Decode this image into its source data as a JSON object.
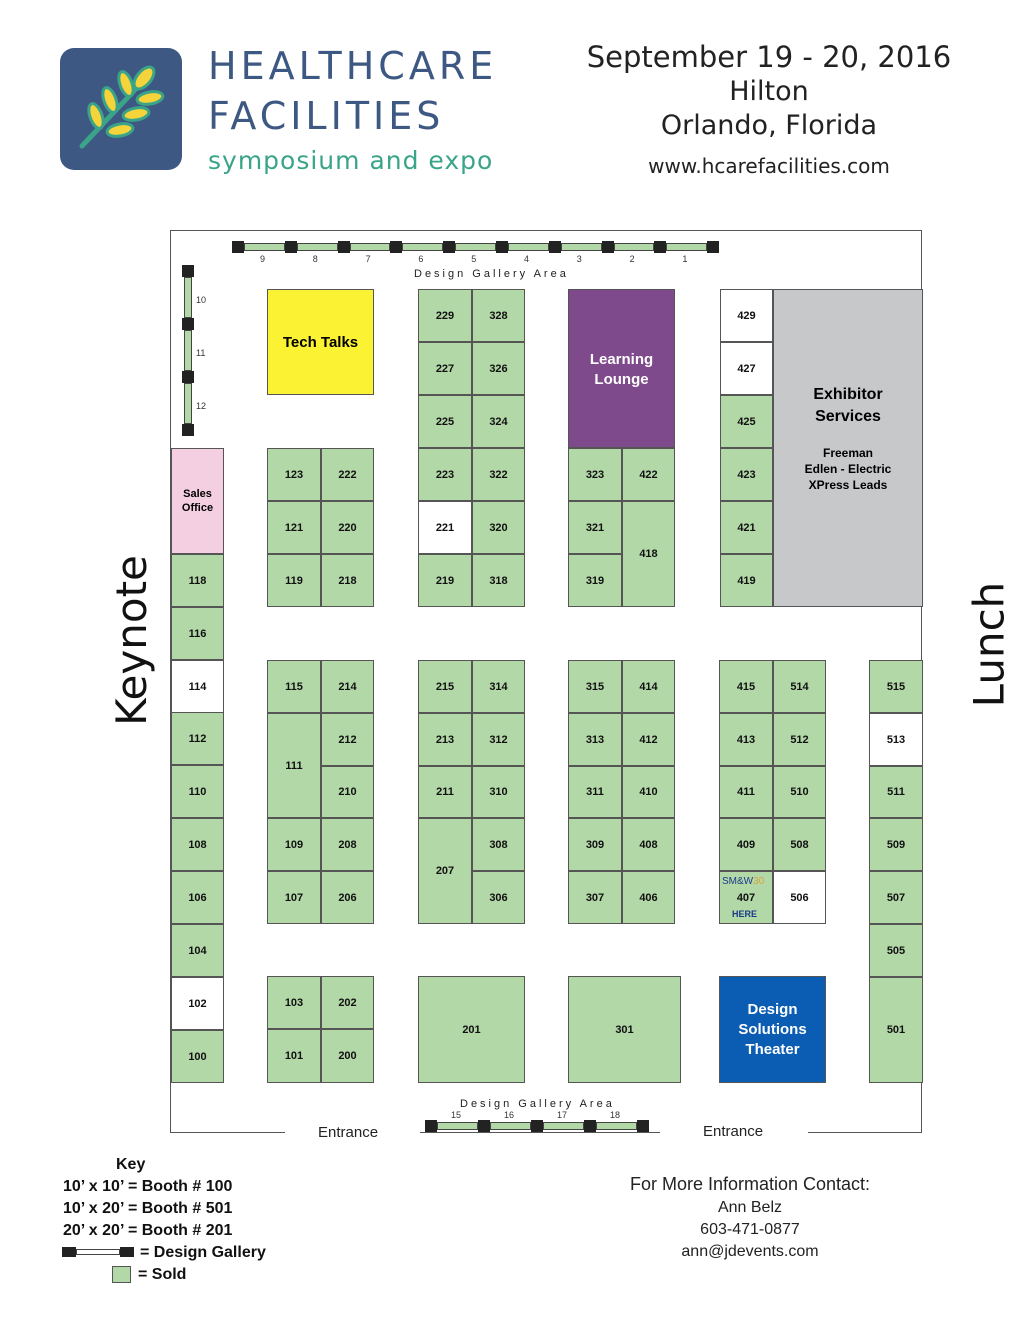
{
  "header": {
    "brand_line1": "HEALTHCARE",
    "brand_line2": "FACILITIES",
    "tagline": "symposium and expo",
    "dates": "September 19 - 20, 2016",
    "venue": "Hilton",
    "city": "Orlando, Florida",
    "website": "www.hcarefacilities.com"
  },
  "colors": {
    "logo_bg": "#3d5882",
    "sold": "#b3d8a8",
    "tech_talks": "#fbf234",
    "learning_lounge": "#7f4a8c",
    "exhibitor_services": "#c7c8ca",
    "sales_office": "#f4cfe1",
    "design_theater": "#0a5db3"
  },
  "map": {
    "design_gallery_top": "Design Gallery Area",
    "design_gallery_bottom": "Design Gallery Area",
    "keynote": "Keynote",
    "lunch": "Lunch",
    "entrance_left": "Entrance",
    "entrance_right": "Entrance",
    "tech_talks": "Tech Talks",
    "learning_lounge_1": "Learning",
    "learning_lounge_2": "Lounge",
    "exhibitor_services_1": "Exhibitor",
    "exhibitor_services_2": "Services",
    "exhibitor_services_3": "Freeman",
    "exhibitor_services_4": "Edlen - Electric",
    "exhibitor_services_5": "XPress Leads",
    "sales_office_1": "Sales",
    "sales_office_2": "Office",
    "theater_1": "Design",
    "theater_2": "Solutions",
    "theater_3": "Theater",
    "smw_prefix": "SM&W",
    "smw_suffix": "30",
    "smw_here": "HERE",
    "top_gallery_numbers": [
      "9",
      "8",
      "7",
      "6",
      "5",
      "4",
      "3",
      "2",
      "1"
    ],
    "side_gallery_numbers": [
      "10",
      "11",
      "12"
    ],
    "bottom_gallery_numbers": [
      "15",
      "16",
      "17",
      "18"
    ],
    "booths": [
      {
        "n": "118",
        "s": 1
      },
      {
        "n": "116",
        "s": 1
      },
      {
        "n": "114",
        "s": 0
      },
      {
        "n": "112",
        "s": 1
      },
      {
        "n": "110",
        "s": 1
      },
      {
        "n": "108",
        "s": 1
      },
      {
        "n": "106",
        "s": 1
      },
      {
        "n": "104",
        "s": 1
      },
      {
        "n": "102",
        "s": 0
      },
      {
        "n": "100",
        "s": 1
      },
      {
        "n": "123",
        "s": 1
      },
      {
        "n": "222",
        "s": 1
      },
      {
        "n": "121",
        "s": 1
      },
      {
        "n": "220",
        "s": 1
      },
      {
        "n": "119",
        "s": 1
      },
      {
        "n": "218",
        "s": 1
      },
      {
        "n": "115",
        "s": 1
      },
      {
        "n": "214",
        "s": 1
      },
      {
        "n": "111",
        "s": 1
      },
      {
        "n": "212",
        "s": 1
      },
      {
        "n": "210",
        "s": 1
      },
      {
        "n": "109",
        "s": 1
      },
      {
        "n": "208",
        "s": 1
      },
      {
        "n": "107",
        "s": 1
      },
      {
        "n": "206",
        "s": 1
      },
      {
        "n": "103",
        "s": 1
      },
      {
        "n": "202",
        "s": 1
      },
      {
        "n": "101",
        "s": 1
      },
      {
        "n": "200",
        "s": 1
      },
      {
        "n": "229",
        "s": 1
      },
      {
        "n": "328",
        "s": 1
      },
      {
        "n": "227",
        "s": 1
      },
      {
        "n": "326",
        "s": 1
      },
      {
        "n": "225",
        "s": 1
      },
      {
        "n": "324",
        "s": 1
      },
      {
        "n": "223",
        "s": 1
      },
      {
        "n": "322",
        "s": 1
      },
      {
        "n": "221",
        "s": 0
      },
      {
        "n": "320",
        "s": 1
      },
      {
        "n": "219",
        "s": 1
      },
      {
        "n": "318",
        "s": 1
      },
      {
        "n": "215",
        "s": 1
      },
      {
        "n": "314",
        "s": 1
      },
      {
        "n": "213",
        "s": 1
      },
      {
        "n": "312",
        "s": 1
      },
      {
        "n": "211",
        "s": 1
      },
      {
        "n": "310",
        "s": 1
      },
      {
        "n": "207",
        "s": 1
      },
      {
        "n": "308",
        "s": 1
      },
      {
        "n": "306",
        "s": 1
      },
      {
        "n": "201",
        "s": 1
      },
      {
        "n": "323",
        "s": 1
      },
      {
        "n": "422",
        "s": 1
      },
      {
        "n": "321",
        "s": 1
      },
      {
        "n": "418",
        "s": 1
      },
      {
        "n": "319",
        "s": 1
      },
      {
        "n": "315",
        "s": 1
      },
      {
        "n": "414",
        "s": 1
      },
      {
        "n": "313",
        "s": 1
      },
      {
        "n": "412",
        "s": 1
      },
      {
        "n": "311",
        "s": 1
      },
      {
        "n": "410",
        "s": 1
      },
      {
        "n": "309",
        "s": 1
      },
      {
        "n": "408",
        "s": 1
      },
      {
        "n": "307",
        "s": 1
      },
      {
        "n": "406",
        "s": 1
      },
      {
        "n": "301",
        "s": 1
      },
      {
        "n": "429",
        "s": 0
      },
      {
        "n": "427",
        "s": 0
      },
      {
        "n": "425",
        "s": 1
      },
      {
        "n": "423",
        "s": 1
      },
      {
        "n": "421",
        "s": 1
      },
      {
        "n": "419",
        "s": 1
      },
      {
        "n": "415",
        "s": 1
      },
      {
        "n": "514",
        "s": 1
      },
      {
        "n": "413",
        "s": 1
      },
      {
        "n": "512",
        "s": 1
      },
      {
        "n": "411",
        "s": 1
      },
      {
        "n": "510",
        "s": 1
      },
      {
        "n": "409",
        "s": 1
      },
      {
        "n": "508",
        "s": 1
      },
      {
        "n": "407",
        "s": 1
      },
      {
        "n": "506",
        "s": 0
      },
      {
        "n": "515",
        "s": 1
      },
      {
        "n": "513",
        "s": 0
      },
      {
        "n": "511",
        "s": 1
      },
      {
        "n": "509",
        "s": 1
      },
      {
        "n": "507",
        "s": 1
      },
      {
        "n": "505",
        "s": 1
      },
      {
        "n": "501",
        "s": 1
      }
    ]
  },
  "key": {
    "title": "Key",
    "line1": "10’ x 10’ = Booth # 100",
    "line2": "10’ x 20’ = Booth # 501",
    "line3": "20’ x 20’ = Booth # 201",
    "line4": "= Design Gallery",
    "line5": "= Sold"
  },
  "contact": {
    "heading": "For More Information Contact:",
    "name": "Ann Belz",
    "phone": "603-471-0877",
    "email": "ann@jdevents.com"
  }
}
